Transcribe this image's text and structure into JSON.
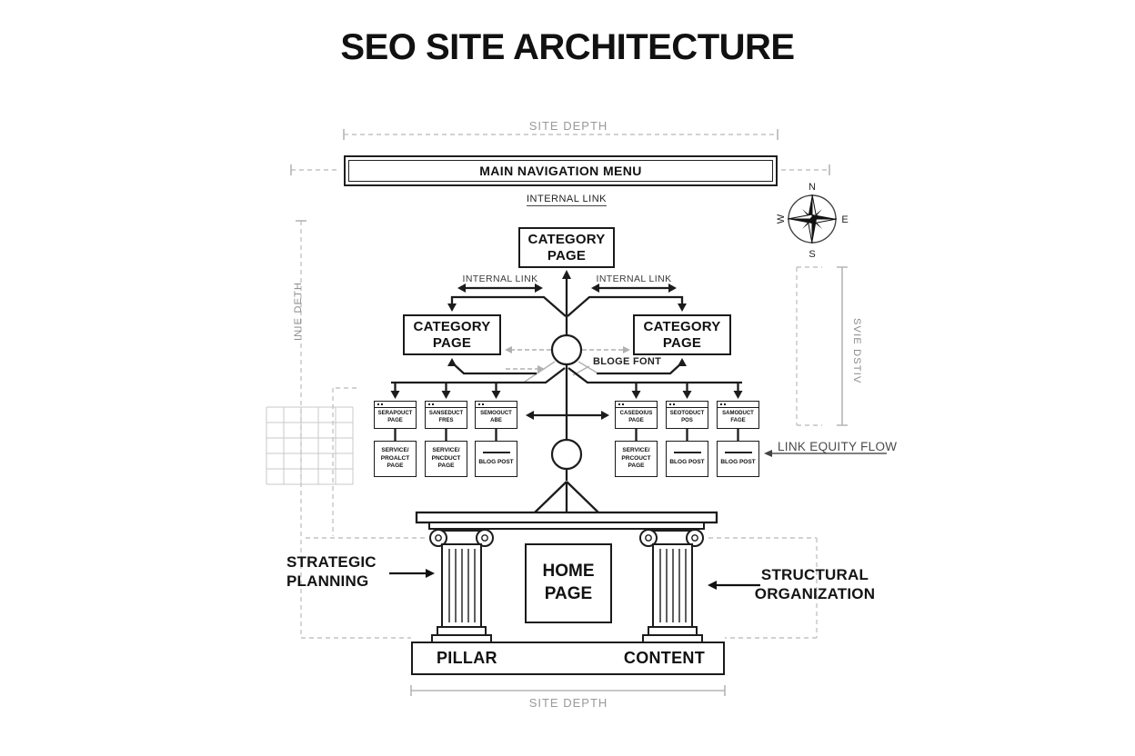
{
  "title": "SEO SITE ARCHITECTURE",
  "measurements": {
    "top": "SITE DEPTH",
    "bottom": "SITE DEPTH",
    "left_vertical": "INIE DETH",
    "right_vertical": "SVIE DSTIV"
  },
  "nav": {
    "label": "MAIN NAVIGATION MENU"
  },
  "links": {
    "internal_top": "INTERNAL LINK",
    "internal_left": "INTERNAL LINK",
    "internal_right": "INTERNAL LINK",
    "equity_flow": "LINK EQUITY FLOW",
    "blog_note": "BLOGE FONT"
  },
  "compass": {
    "n": "N",
    "e": "E",
    "s": "S",
    "w": "W"
  },
  "pages": {
    "category_top": "CATEGORY\nPAGE",
    "category_left": "CATEGORY\nPAGE",
    "category_right": "CATEGORY\nPAGE",
    "home": "HOME\nPAGE"
  },
  "mini_pages": {
    "left": [
      {
        "tab": "SERAPOUCT\nPAGE",
        "card": "SERVICE/\nPROALCT\nPAGE"
      },
      {
        "tab": "SANSEDUCT\nFRES",
        "card": "SERVICE/\nPNCDUCT\nPAGE"
      },
      {
        "tab": "SEMOOUCT\nABE",
        "card": "BLOG POST"
      }
    ],
    "right": [
      {
        "tab": "CASEDOIUS\nPAGE",
        "card": "SERVICE/\nPRCOUCT\nPAGE"
      },
      {
        "tab": "SEOTODUCT\nPOS",
        "card": "BLOG POST"
      },
      {
        "tab": "SAMODUCT\nFAGE",
        "card": "BLOG POST"
      }
    ]
  },
  "annotations": {
    "strategic": "STRATEGIC\nPLANNING",
    "structural": "STRUCTURAL\nORGANIZATION"
  },
  "footer": {
    "pillar": "PILLAR",
    "content": "CONTENT"
  },
  "colors": {
    "line": "#1c1c1c",
    "measure_gray": "#9a9a9a",
    "dashed_gray": "#c4c4c4",
    "background": "#ffffff"
  }
}
